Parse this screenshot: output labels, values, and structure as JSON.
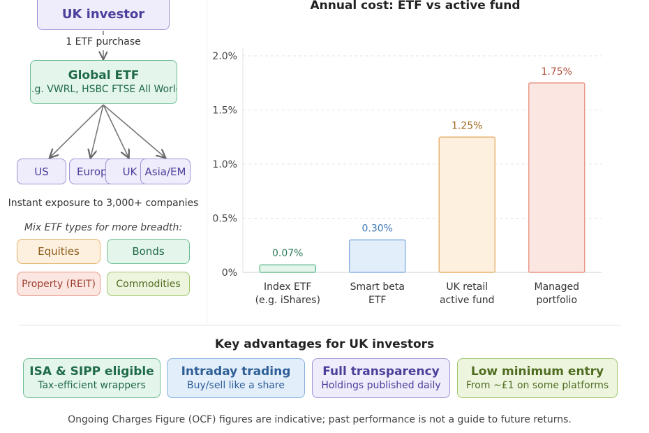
{
  "flow": {
    "investor": "UK investor",
    "purchase_label": "1 ETF purchase",
    "etf_title": "Global ETF",
    "etf_sub": "e.g. VWRL, HSBC FTSE All World",
    "regions": [
      "US",
      "Europ",
      "UK",
      "Asia/EM"
    ],
    "exposure": "Instant exposure to 3,000+ companies",
    "mix_label": "Mix ETF types for more breadth:",
    "types": [
      "Equities",
      "Bonds",
      "Property (REIT)",
      "Commodities"
    ]
  },
  "chart_data": {
    "type": "bar",
    "title": "Annual cost: ETF vs active fund",
    "categories": [
      "Index ETF\n(e.g. iShares)",
      "Smart beta\nETF",
      "UK retail\nactive fund",
      "Managed\nportfolio"
    ],
    "values": [
      0.07,
      0.3,
      1.25,
      1.75
    ],
    "value_labels": [
      "0.07%",
      "0.30%",
      "1.25%",
      "1.75%"
    ],
    "yticks": [
      "0%",
      "0.5%",
      "1.0%",
      "1.5%",
      "2.0%"
    ],
    "ylim": [
      0,
      2.0
    ],
    "grid": true,
    "colors": [
      {
        "fill": "#e4f5ec",
        "stroke": "#6cbd93",
        "label": "#2e7d57"
      },
      {
        "fill": "#e3eefb",
        "stroke": "#86afe0",
        "label": "#3f76b3"
      },
      {
        "fill": "#fdf0de",
        "stroke": "#e6b06b",
        "label": "#a0661c"
      },
      {
        "fill": "#fce6e1",
        "stroke": "#e79585",
        "label": "#b2503e"
      }
    ]
  },
  "advantages": {
    "title": "Key advantages for UK investors",
    "cards": [
      {
        "title": "ISA & SIPP eligible",
        "sub": "Tax-efficient wrappers"
      },
      {
        "title": "Intraday trading",
        "sub": "Buy/sell like a share"
      },
      {
        "title": "Full transparency",
        "sub": "Holdings published daily"
      },
      {
        "title": "Low minimum entry",
        "sub": "From ~£1 on some platforms"
      }
    ]
  },
  "footer": {
    "note": "Ongoing Charges Figure (OCF) figures are indicative; past performance is not a guide to future returns."
  }
}
